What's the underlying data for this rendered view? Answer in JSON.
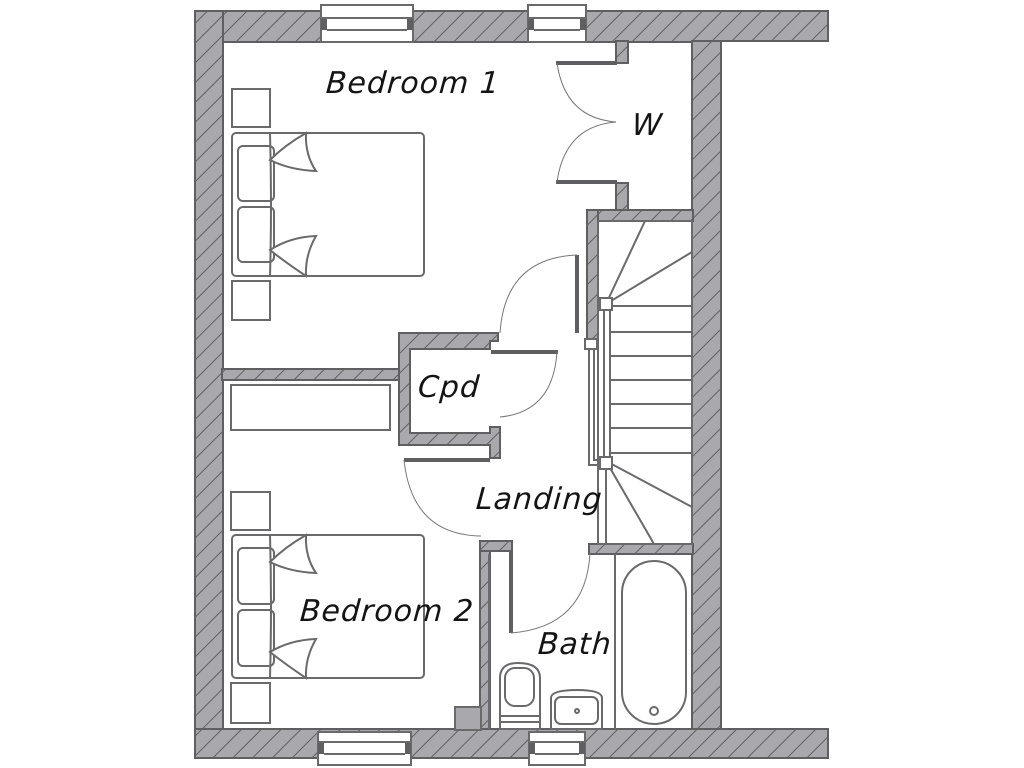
{
  "plan": {
    "type": "floor-plan",
    "level": "first-floor",
    "colors": {
      "wall_fill": "#a9a8ac",
      "wall_stroke": "#5f5f62",
      "hatch": "#5f5f62",
      "fixture_stroke": "#6a6a6d",
      "background": "#ffffff",
      "text": "#141414"
    }
  },
  "rooms": {
    "bedroom1": {
      "label": "Bedroom 1"
    },
    "wardrobe": {
      "label": "W"
    },
    "cupboard": {
      "label": "Cpd"
    },
    "landing": {
      "label": "Landing"
    },
    "bedroom2": {
      "label": "Bedroom 2"
    },
    "bathroom": {
      "label": "Bath"
    }
  },
  "fixtures": {
    "bedroom1": [
      "double-bed",
      "bedside-table",
      "bedside-table"
    ],
    "bedroom2": [
      "double-bed",
      "bedside-table",
      "bedside-table",
      "dresser"
    ],
    "bathroom": [
      "bathtub",
      "toilet",
      "washbasin"
    ],
    "landing": [
      "staircase"
    ]
  },
  "windows": [
    "bedroom1-window",
    "wardrobe-side-window",
    "bedroom2-window",
    "bathroom-window"
  ]
}
